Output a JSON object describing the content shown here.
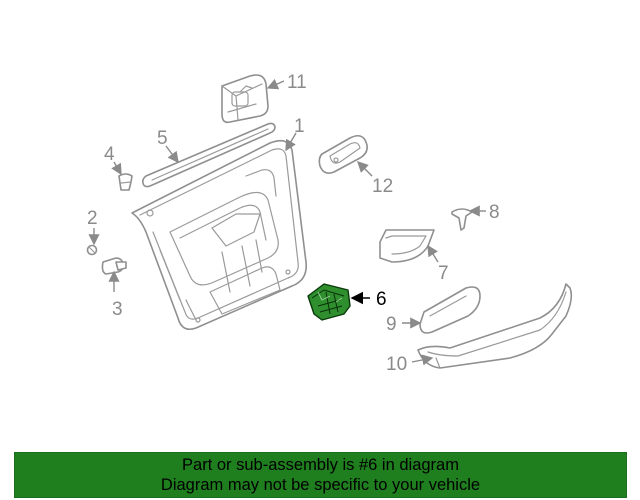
{
  "callouts": {
    "c1": "1",
    "c2": "2",
    "c3": "3",
    "c4": "4",
    "c5": "5",
    "c6": "6",
    "c7": "7",
    "c8": "8",
    "c9": "9",
    "c10": "10",
    "c11": "11",
    "c12": "12"
  },
  "highlight_part": "6",
  "colors": {
    "banner_bg": "#1f7f1f",
    "highlight_fill": "#2f8f2f",
    "line_gray": "#8f8f8f"
  },
  "banner": {
    "line1": "Part or sub-assembly is #6 in diagram",
    "line2": "Diagram may not be specific to your vehicle"
  }
}
